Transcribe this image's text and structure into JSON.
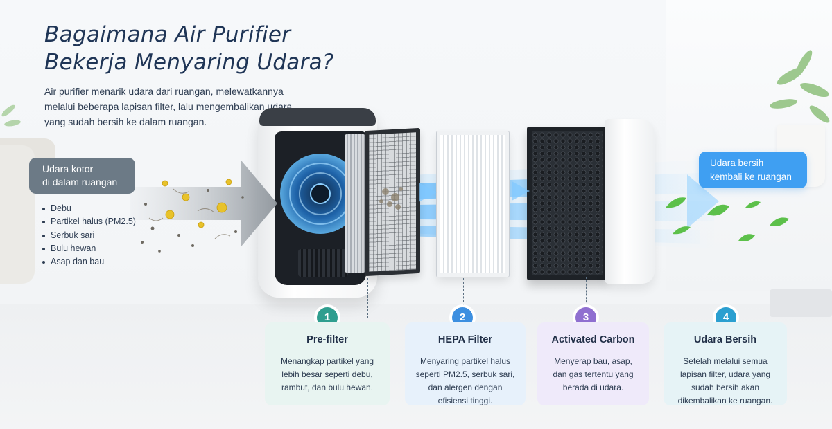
{
  "title": {
    "line1": "Bagaimana Air Purifier",
    "line2": "Bekerja Menyaring Udara?"
  },
  "intro": "Air purifier menarik udara dari ruangan, melewatkannya melalui beberapa lapisan filter, lalu mengembalikan udara yang sudah bersih ke dalam ruangan.",
  "dirty_air": {
    "label_line1": "Udara kotor",
    "label_line2": "di dalam ruangan",
    "items": [
      "Debu",
      "Partikel halus (PM2.5)",
      "Serbuk sari",
      "Bulu hewan",
      "Asap dan bau"
    ]
  },
  "clean_air": {
    "label_line1": "Udara bersih",
    "label_line2": "kembali ke ruangan"
  },
  "steps": [
    {
      "number": "1",
      "title": "Pre-filter",
      "desc_lines": [
        "Menangkap partikel yang",
        "lebih besar seperti debu,",
        "rambut, dan bulu hewan."
      ],
      "badge_color": "#2f9e8f",
      "card_color": "#e8f4f1"
    },
    {
      "number": "2",
      "title": "HEPA Filter",
      "desc_lines": [
        "Menyaring partikel halus",
        "seperti PM2.5, serbuk sari,",
        "dan alergen dengan",
        "efisiensi tinggi."
      ],
      "badge_color": "#3d8fe0",
      "card_color": "#e7f1fb"
    },
    {
      "number": "3",
      "title": "Activated Carbon",
      "desc_lines": [
        "Menyerap bau, asap,",
        "dan gas tertentu yang",
        "berada di udara."
      ],
      "badge_color": "#8f6fd0",
      "card_color": "#efeafa"
    },
    {
      "number": "4",
      "title": "Udara Bersih",
      "desc_lines": [
        "Setelah melalui semua",
        "lapisan filter, udara yang",
        "sudah bersih akan",
        "dikembalikan ke ruangan."
      ],
      "badge_color": "#2b9fd0",
      "card_color": "#e6f3f6"
    }
  ],
  "colors": {
    "title": "#1f3556",
    "dirty_label_bg": "#6c7a86",
    "clean_label_bg": "#3f9ff2",
    "airflow": "#4fb6ff",
    "leaf": "#5cc04a",
    "particle": "#e8c22a"
  },
  "icons": [
    "fan-icon",
    "leaf-icon",
    "dust-particle-icon",
    "pollen-icon"
  ]
}
